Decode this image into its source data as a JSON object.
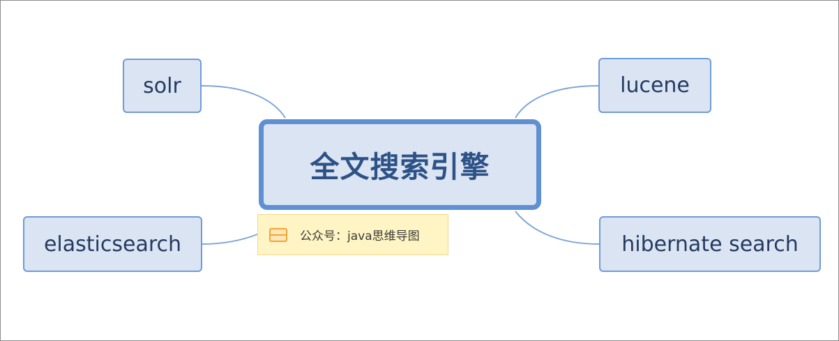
{
  "mindmap": {
    "central": "全文搜索引擎",
    "branches": {
      "solr": "solr",
      "lucene": "lucene",
      "elasticsearch": "elasticsearch",
      "hibernate_search": "hibernate search"
    },
    "note": {
      "icon": "note-icon",
      "text": "公众号：java思维导图"
    }
  },
  "colors": {
    "node_fill": "#dbe4f2",
    "node_border": "#6f9bd6",
    "central_border": "#5f90d3",
    "text": "#243b60",
    "connector": "#7ea6d8",
    "note_fill": "#fff4c3",
    "note_icon": "#f0a43a"
  }
}
